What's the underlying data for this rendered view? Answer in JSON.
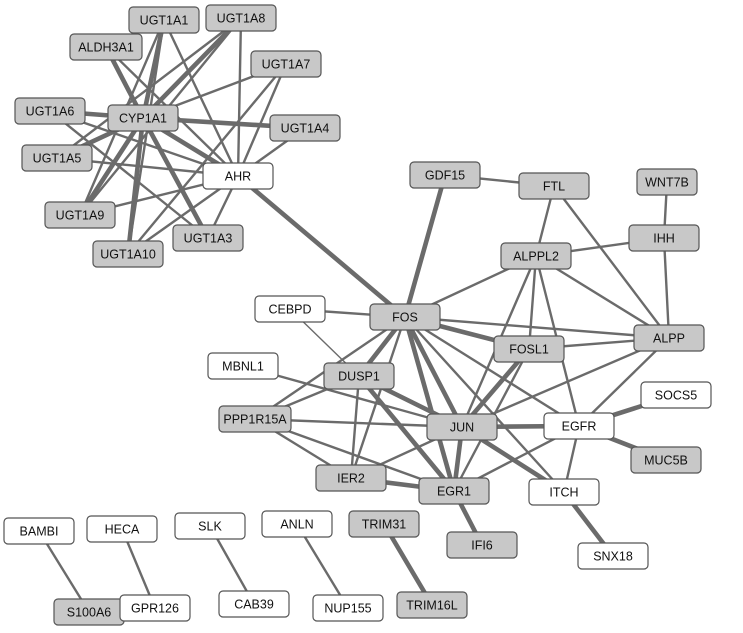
{
  "colors": {
    "node_gray": "#c8c8c8",
    "node_white": "#ffffff",
    "edge": "#6b6b6b",
    "border": "#555555"
  },
  "nodes": [
    {
      "id": "UGT1A1",
      "label": "UGT1A1",
      "fill": "gray"
    },
    {
      "id": "UGT1A8",
      "label": "UGT1A8",
      "fill": "gray"
    },
    {
      "id": "ALDH3A1",
      "label": "ALDH3A1",
      "fill": "gray"
    },
    {
      "id": "UGT1A7",
      "label": "UGT1A7",
      "fill": "gray"
    },
    {
      "id": "UGT1A6",
      "label": "UGT1A6",
      "fill": "gray"
    },
    {
      "id": "CYP1A1",
      "label": "CYP1A1",
      "fill": "gray"
    },
    {
      "id": "UGT1A4",
      "label": "UGT1A4",
      "fill": "gray"
    },
    {
      "id": "UGT1A5",
      "label": "UGT1A5",
      "fill": "gray"
    },
    {
      "id": "AHR",
      "label": "AHR",
      "fill": "white"
    },
    {
      "id": "UGT1A9",
      "label": "UGT1A9",
      "fill": "gray"
    },
    {
      "id": "UGT1A3",
      "label": "UGT1A3",
      "fill": "gray"
    },
    {
      "id": "UGT1A10",
      "label": "UGT1A10",
      "fill": "gray"
    },
    {
      "id": "GDF15",
      "label": "GDF15",
      "fill": "gray"
    },
    {
      "id": "FTL",
      "label": "FTL",
      "fill": "gray"
    },
    {
      "id": "WNT7B",
      "label": "WNT7B",
      "fill": "gray"
    },
    {
      "id": "IHH",
      "label": "IHH",
      "fill": "gray"
    },
    {
      "id": "ALPPL2",
      "label": "ALPPL2",
      "fill": "gray"
    },
    {
      "id": "CEBPD",
      "label": "CEBPD",
      "fill": "white"
    },
    {
      "id": "FOS",
      "label": "FOS",
      "fill": "gray"
    },
    {
      "id": "ALPP",
      "label": "ALPP",
      "fill": "gray"
    },
    {
      "id": "FOSL1",
      "label": "FOSL1",
      "fill": "gray"
    },
    {
      "id": "MBNL1",
      "label": "MBNL1",
      "fill": "white"
    },
    {
      "id": "DUSP1",
      "label": "DUSP1",
      "fill": "gray"
    },
    {
      "id": "SOCS5",
      "label": "SOCS5",
      "fill": "white"
    },
    {
      "id": "PPP1R15A",
      "label": "PPP1R15A",
      "fill": "gray"
    },
    {
      "id": "JUN",
      "label": "JUN",
      "fill": "gray"
    },
    {
      "id": "EGFR",
      "label": "EGFR",
      "fill": "white"
    },
    {
      "id": "MUC5B",
      "label": "MUC5B",
      "fill": "gray"
    },
    {
      "id": "IER2",
      "label": "IER2",
      "fill": "gray"
    },
    {
      "id": "EGR1",
      "label": "EGR1",
      "fill": "gray"
    },
    {
      "id": "ITCH",
      "label": "ITCH",
      "fill": "white"
    },
    {
      "id": "IFI6",
      "label": "IFI6",
      "fill": "gray"
    },
    {
      "id": "SNX18",
      "label": "SNX18",
      "fill": "white"
    },
    {
      "id": "BAMBI",
      "label": "BAMBI",
      "fill": "white"
    },
    {
      "id": "HECA",
      "label": "HECA",
      "fill": "white"
    },
    {
      "id": "SLK",
      "label": "SLK",
      "fill": "white"
    },
    {
      "id": "ANLN",
      "label": "ANLN",
      "fill": "white"
    },
    {
      "id": "TRIM31",
      "label": "TRIM31",
      "fill": "gray"
    },
    {
      "id": "S100A6",
      "label": "S100A6",
      "fill": "gray"
    },
    {
      "id": "GPR126",
      "label": "GPR126",
      "fill": "white"
    },
    {
      "id": "CAB39",
      "label": "CAB39",
      "fill": "white"
    },
    {
      "id": "NUP155",
      "label": "NUP155",
      "fill": "white"
    },
    {
      "id": "TRIM16L",
      "label": "TRIM16L",
      "fill": "gray"
    }
  ],
  "edges": [
    {
      "source": "CYP1A1",
      "target": "UGT1A1",
      "weight": 3
    },
    {
      "source": "CYP1A1",
      "target": "UGT1A8",
      "weight": 3
    },
    {
      "source": "CYP1A1",
      "target": "ALDH3A1",
      "weight": 3
    },
    {
      "source": "CYP1A1",
      "target": "UGT1A7",
      "weight": 2
    },
    {
      "source": "CYP1A1",
      "target": "UGT1A6",
      "weight": 3
    },
    {
      "source": "CYP1A1",
      "target": "UGT1A4",
      "weight": 3
    },
    {
      "source": "CYP1A1",
      "target": "UGT1A5",
      "weight": 3
    },
    {
      "source": "CYP1A1",
      "target": "UGT1A9",
      "weight": 3
    },
    {
      "source": "CYP1A1",
      "target": "UGT1A10",
      "weight": 3
    },
    {
      "source": "CYP1A1",
      "target": "UGT1A3",
      "weight": 3
    },
    {
      "source": "CYP1A1",
      "target": "AHR",
      "weight": 3
    },
    {
      "source": "AHR",
      "target": "UGT1A1",
      "weight": 2
    },
    {
      "source": "AHR",
      "target": "UGT1A8",
      "weight": 2
    },
    {
      "source": "AHR",
      "target": "ALDH3A1",
      "weight": 2
    },
    {
      "source": "AHR",
      "target": "UGT1A7",
      "weight": 2
    },
    {
      "source": "AHR",
      "target": "UGT1A6",
      "weight": 2
    },
    {
      "source": "AHR",
      "target": "UGT1A4",
      "weight": 2
    },
    {
      "source": "AHR",
      "target": "UGT1A5",
      "weight": 2
    },
    {
      "source": "AHR",
      "target": "UGT1A9",
      "weight": 2
    },
    {
      "source": "AHR",
      "target": "UGT1A10",
      "weight": 2
    },
    {
      "source": "AHR",
      "target": "UGT1A3",
      "weight": 2
    },
    {
      "source": "UGT1A1",
      "target": "UGT1A9",
      "weight": 2
    },
    {
      "source": "UGT1A1",
      "target": "UGT1A10",
      "weight": 2
    },
    {
      "source": "UGT1A8",
      "target": "UGT1A9",
      "weight": 2
    },
    {
      "source": "UGT1A8",
      "target": "UGT1A5",
      "weight": 2
    },
    {
      "source": "UGT1A7",
      "target": "UGT1A10",
      "weight": 2
    },
    {
      "source": "UGT1A6",
      "target": "UGT1A3",
      "weight": 2
    },
    {
      "source": "AHR",
      "target": "FOS",
      "weight": 3
    },
    {
      "source": "GDF15",
      "target": "FOS",
      "weight": 3
    },
    {
      "source": "GDF15",
      "target": "FTL",
      "weight": 2
    },
    {
      "source": "FTL",
      "target": "ALPPL2",
      "weight": 2
    },
    {
      "source": "FTL",
      "target": "ALPP",
      "weight": 2
    },
    {
      "source": "WNT7B",
      "target": "IHH",
      "weight": 2
    },
    {
      "source": "IHH",
      "target": "ALPPL2",
      "weight": 2
    },
    {
      "source": "IHH",
      "target": "ALPP",
      "weight": 2
    },
    {
      "source": "ALPPL2",
      "target": "FOS",
      "weight": 2
    },
    {
      "source": "ALPPL2",
      "target": "ALPP",
      "weight": 2
    },
    {
      "source": "ALPPL2",
      "target": "JUN",
      "weight": 2
    },
    {
      "source": "ALPPL2",
      "target": "FOSL1",
      "weight": 2
    },
    {
      "source": "ALPPL2",
      "target": "EGFR",
      "weight": 2
    },
    {
      "source": "CEBPD",
      "target": "FOS",
      "weight": 2
    },
    {
      "source": "CEBPD",
      "target": "DUSP1",
      "weight": 1
    },
    {
      "source": "FOS",
      "target": "ALPP",
      "weight": 2
    },
    {
      "source": "FOS",
      "target": "FOSL1",
      "weight": 3
    },
    {
      "source": "FOS",
      "target": "DUSP1",
      "weight": 3
    },
    {
      "source": "FOS",
      "target": "JUN",
      "weight": 3
    },
    {
      "source": "FOS",
      "target": "EGR1",
      "weight": 3
    },
    {
      "source": "FOS",
      "target": "IER2",
      "weight": 2
    },
    {
      "source": "FOS",
      "target": "PPP1R15A",
      "weight": 2
    },
    {
      "source": "FOS",
      "target": "EGFR",
      "weight": 2
    },
    {
      "source": "FOS",
      "target": "ITCH",
      "weight": 2
    },
    {
      "source": "FOSL1",
      "target": "ALPP",
      "weight": 2
    },
    {
      "source": "FOSL1",
      "target": "JUN",
      "weight": 3
    },
    {
      "source": "FOSL1",
      "target": "EGR1",
      "weight": 2
    },
    {
      "source": "ALPP",
      "target": "JUN",
      "weight": 2
    },
    {
      "source": "ALPP",
      "target": "EGFR",
      "weight": 2
    },
    {
      "source": "MBNL1",
      "target": "JUN",
      "weight": 2
    },
    {
      "source": "DUSP1",
      "target": "PPP1R15A",
      "weight": 2
    },
    {
      "source": "DUSP1",
      "target": "JUN",
      "weight": 3
    },
    {
      "source": "DUSP1",
      "target": "IER2",
      "weight": 2
    },
    {
      "source": "DUSP1",
      "target": "EGR1",
      "weight": 3
    },
    {
      "source": "PPP1R15A",
      "target": "JUN",
      "weight": 2
    },
    {
      "source": "PPP1R15A",
      "target": "IER2",
      "weight": 2
    },
    {
      "source": "PPP1R15A",
      "target": "EGR1",
      "weight": 2
    },
    {
      "source": "JUN",
      "target": "EGFR",
      "weight": 3
    },
    {
      "source": "JUN",
      "target": "EGR1",
      "weight": 3
    },
    {
      "source": "JUN",
      "target": "IER2",
      "weight": 2
    },
    {
      "source": "JUN",
      "target": "ITCH",
      "weight": 3
    },
    {
      "source": "EGFR",
      "target": "SOCS5",
      "weight": 3
    },
    {
      "source": "EGFR",
      "target": "MUC5B",
      "weight": 3
    },
    {
      "source": "EGFR",
      "target": "ITCH",
      "weight": 2
    },
    {
      "source": "EGFR",
      "target": "EGR1",
      "weight": 2
    },
    {
      "source": "IER2",
      "target": "EGR1",
      "weight": 3
    },
    {
      "source": "EGR1",
      "target": "IFI6",
      "weight": 3
    },
    {
      "source": "ITCH",
      "target": "SNX18",
      "weight": 3
    },
    {
      "source": "BAMBI",
      "target": "S100A6",
      "weight": 2
    },
    {
      "source": "HECA",
      "target": "GPR126",
      "weight": 2
    },
    {
      "source": "SLK",
      "target": "CAB39",
      "weight": 2
    },
    {
      "source": "ANLN",
      "target": "NUP155",
      "weight": 2
    },
    {
      "source": "TRIM31",
      "target": "TRIM16L",
      "weight": 3
    }
  ]
}
